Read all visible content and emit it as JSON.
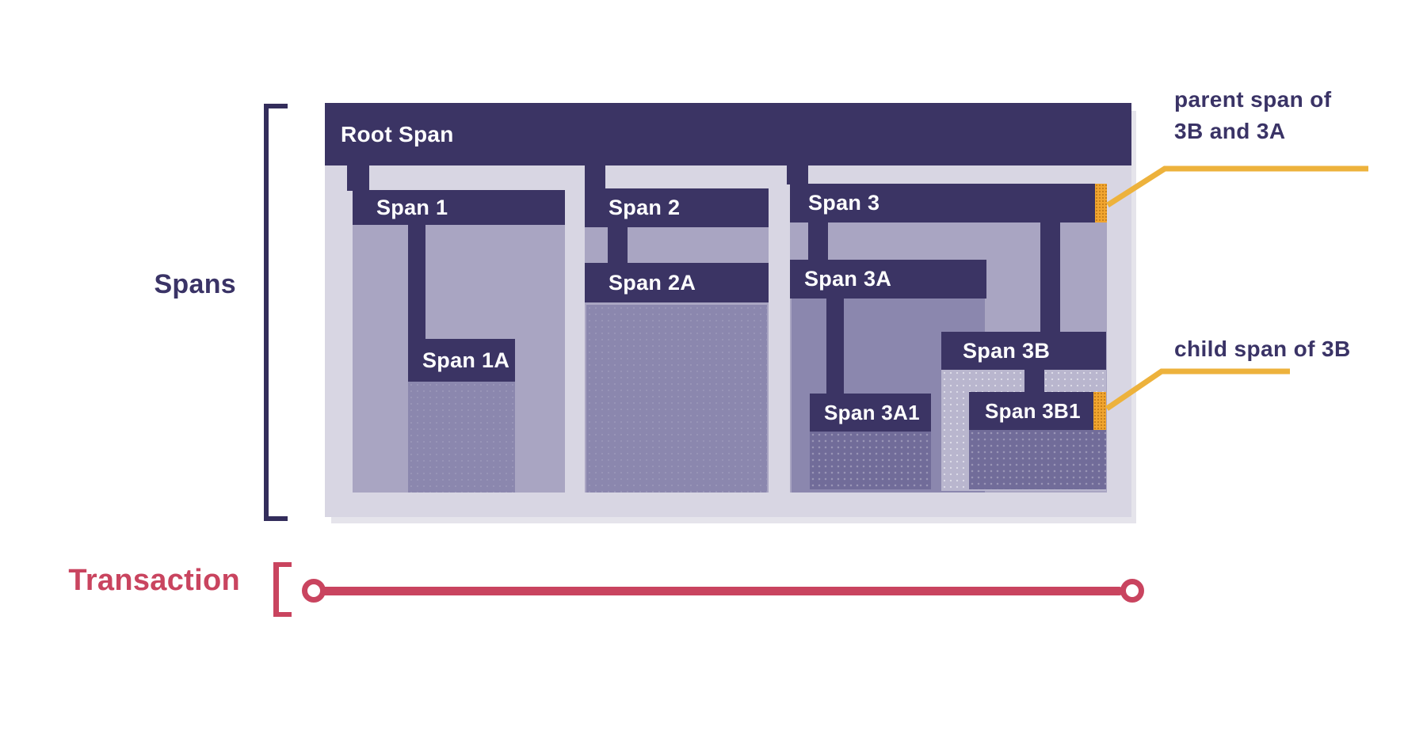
{
  "side": {
    "spans_label": "Spans",
    "transaction_label": "Transaction"
  },
  "spans": {
    "root": "Root Span",
    "s1": "Span 1",
    "s1a": "Span 1A",
    "s2": "Span 2",
    "s2a": "Span 2A",
    "s3": "Span 3",
    "s3a": "Span 3A",
    "s3a1": "Span 3A1",
    "s3b": "Span 3B",
    "s3b1": "Span 3B1"
  },
  "annotations": {
    "parent_line1": "parent span of",
    "parent_line2": "3B and 3A",
    "child": "child span of 3B"
  },
  "icons": {
    "timeline_start": "circle-outline",
    "timeline_end": "circle-outline",
    "parent_marker": "orange-highlight-strip",
    "child_marker": "orange-highlight-strip"
  },
  "colors": {
    "span_bar_dark": "#3B3464",
    "container_light": "#D8D6E3",
    "depth1_region": "#A9A5C2",
    "depth2_region": "#8B87AE",
    "depth3_region": "#716C99",
    "span3b_region": "#B9B6CE",
    "marker_orange": "#F1A52F",
    "leader_yellow": "#EDB23C",
    "transaction_red": "#C9445F",
    "label_dark_purple": "#3A3366",
    "bar_text": "#FFFFFF"
  }
}
